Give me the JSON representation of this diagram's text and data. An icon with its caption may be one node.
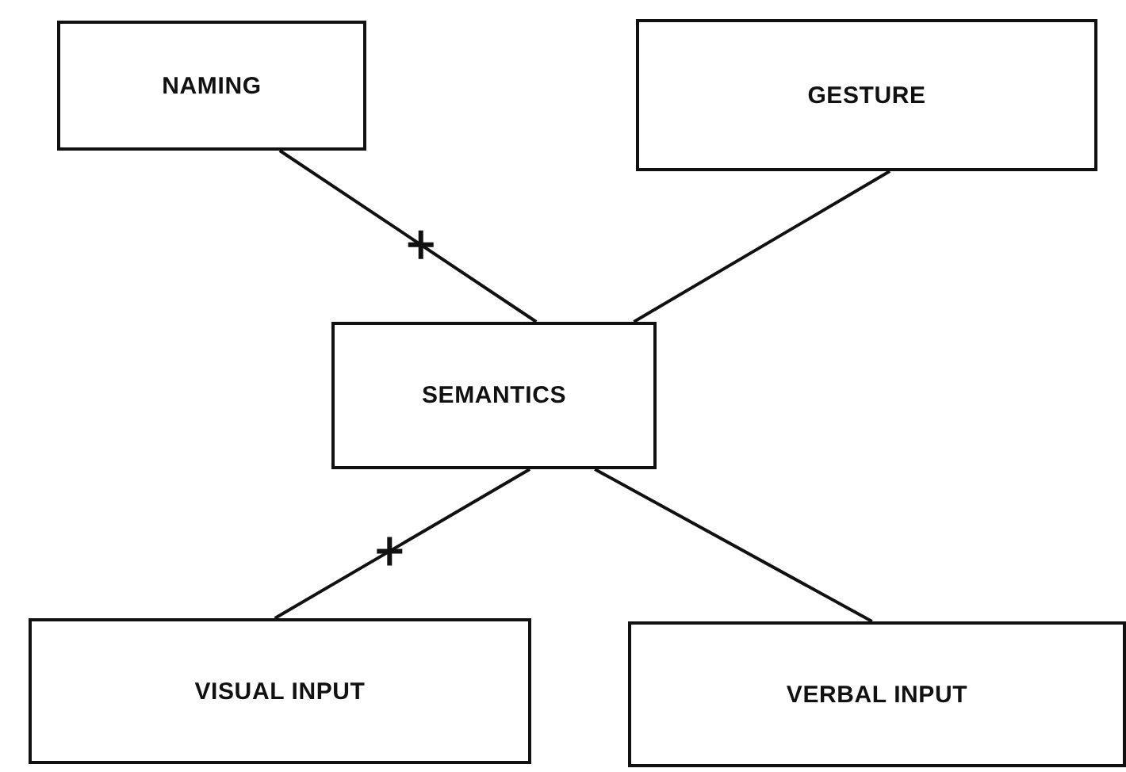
{
  "diagram": {
    "nodes": [
      {
        "text": [
          "NAMING"
        ]
      },
      {
        "text": [
          "GESTURE"
        ]
      },
      {
        "text": [
          "SEMANTICS"
        ]
      },
      {
        "text": [
          "VISUAL INPUT"
        ]
      },
      {
        "text": [
          "VERBAL INPUT"
        ]
      }
    ],
    "edges": [
      {
        "from": 0,
        "to": 2,
        "arrow": "none"
      },
      {
        "from": 1,
        "to": 2,
        "arrow": "none"
      },
      {
        "from": 2,
        "to": 3,
        "arrow": "none"
      },
      {
        "from": 2,
        "to": 4,
        "arrow": "none"
      }
    ]
  }
}
